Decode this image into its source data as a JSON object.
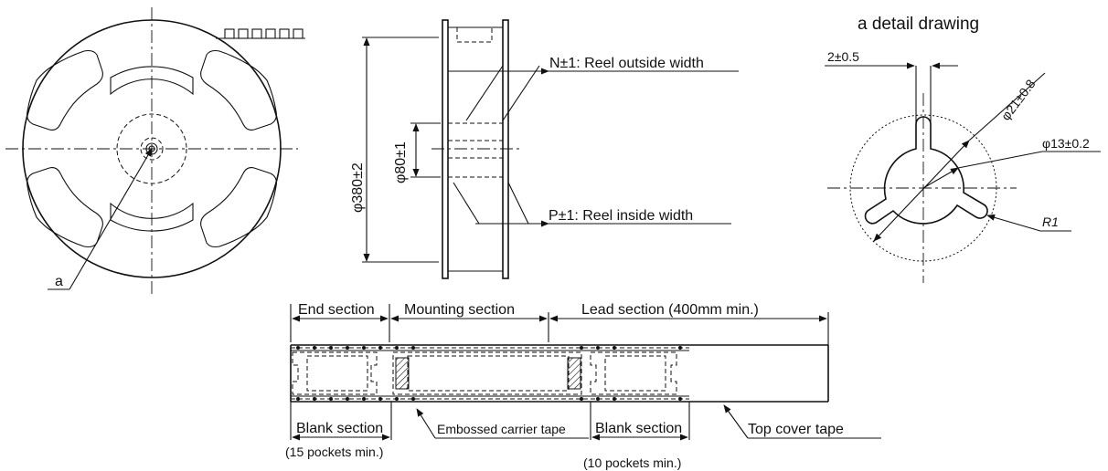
{
  "reel_detail": {
    "marker": "a",
    "title": "a detail drawing",
    "slot_width": "2±0.5",
    "hub_outer_dia": "φ21±0.8",
    "hub_inner_dia": "φ13±0.2",
    "corner_radius": "R1"
  },
  "reel_side": {
    "outer_dia": "φ380±2",
    "hub_dia": "φ80±1",
    "outside_width": "N±1: Reel outside width",
    "inside_width": "P±1: Reel inside width"
  },
  "tape": {
    "end_section": "End section",
    "mounting_section": "Mounting section",
    "lead_section": "Lead section (400mm min.)",
    "blank_section_end": "Blank section",
    "blank_section_end_note": "(15 pockets min.)",
    "embossed_carrier_tape": "Embossed carrier tape",
    "blank_section_lead": "Blank section",
    "blank_section_lead_note": "(10 pockets min.)",
    "top_cover_tape": "Top cover tape"
  }
}
